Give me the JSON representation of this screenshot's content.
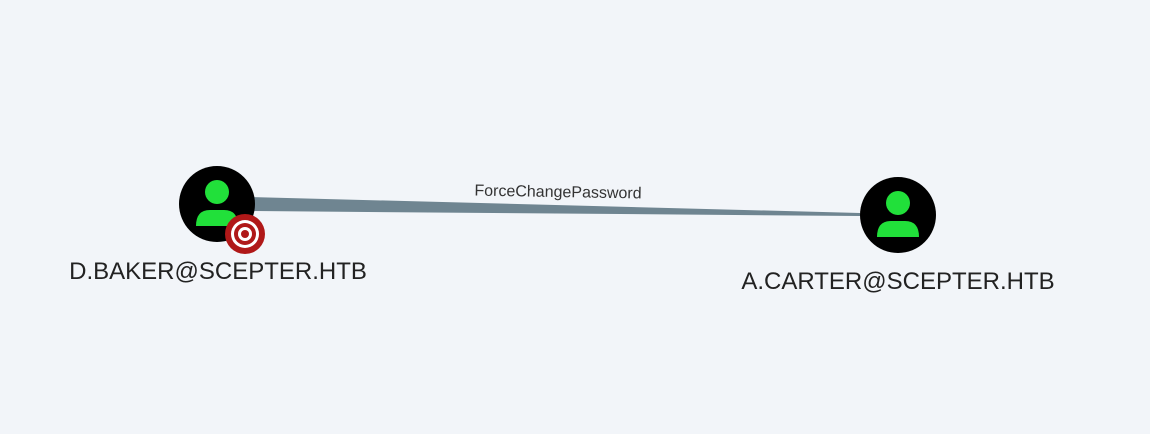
{
  "edge": {
    "label": "ForceChangePassword",
    "color": "#6f8591"
  },
  "nodes": [
    {
      "label": "D.BAKER@SCEPTER.HTB",
      "type": "user",
      "owned_target": true,
      "icon": "user-icon",
      "badge_icon": "target-icon"
    },
    {
      "label": "A.CARTER@SCEPTER.HTB",
      "type": "user",
      "icon": "user-icon"
    }
  ],
  "colors": {
    "node_fill": "#000000",
    "user_icon": "#21e03a",
    "target": "#b01818"
  }
}
